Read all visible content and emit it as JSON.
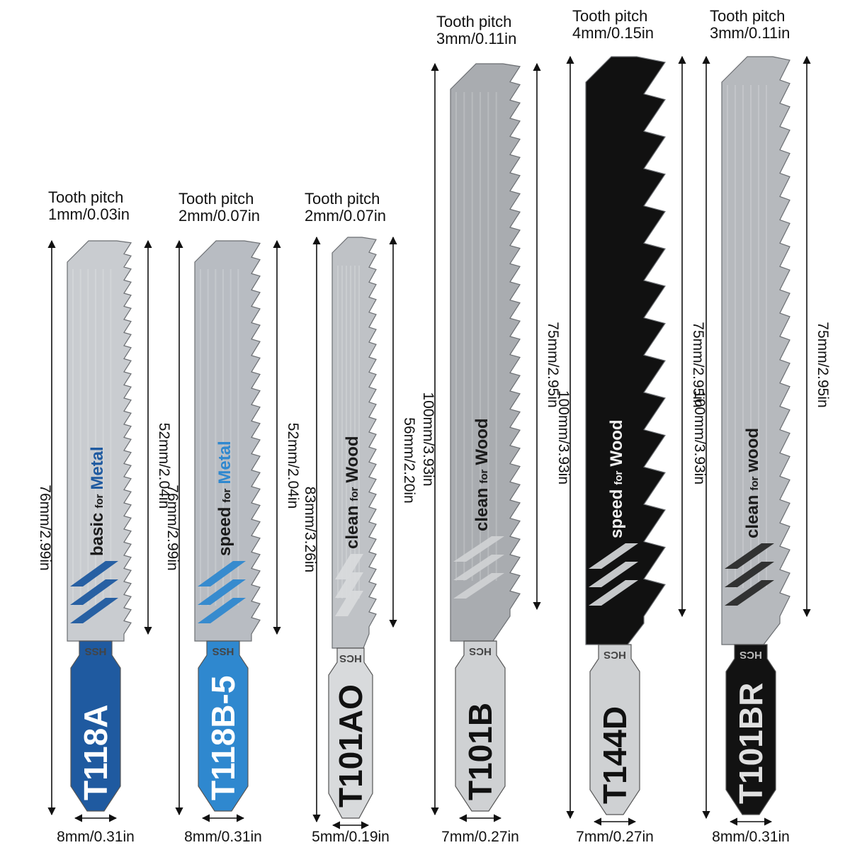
{
  "blades": [
    {
      "code": "T118A",
      "pitch_label": "Tooth pitch",
      "pitch_value": "1mm/0.03in",
      "total_length": "76mm/2.99in",
      "cutting_length": "52mm/2.04in",
      "width": "8mm/0.31in",
      "brand_prefix": "basic",
      "brand_mid": "for",
      "brand_suffix": "Metal",
      "material": "HSS",
      "blade_color": "#c9ccd0",
      "shank_color": "#1f5aa0"
    },
    {
      "code": "T118B-5",
      "pitch_label": "Tooth pitch",
      "pitch_value": "2mm/0.07in",
      "total_length": "76mm/2.99in",
      "cutting_length": "52mm/2.04in",
      "width": "8mm/0.31in",
      "brand_prefix": "speed",
      "brand_mid": "for",
      "brand_suffix": "Metal",
      "material": "HSS",
      "blade_color": "#b8bcc2",
      "shank_color": "#2f88cf"
    },
    {
      "code": "T101AO",
      "pitch_label": "Tooth pitch",
      "pitch_value": "2mm/0.07in",
      "total_length": "83mm/3.26in",
      "cutting_length": "56mm/2.20in",
      "width": "5mm/0.19in",
      "brand_prefix": "clean",
      "brand_mid": "for",
      "brand_suffix": "Wood",
      "material": "HCS",
      "blade_color": "#bfc2c6",
      "shank_color": "#d8dadc"
    },
    {
      "code": "T101B",
      "pitch_label": "Tooth pitch",
      "pitch_value": "3mm/0.11in",
      "total_length": "100mm/3.93in",
      "cutting_length": "75mm/2.95in",
      "width": "7mm/0.27in",
      "brand_prefix": "clean",
      "brand_mid": "for",
      "brand_suffix": "Wood",
      "material": "HCS",
      "blade_color": "#a9acb0",
      "shank_color": "#cfd1d3"
    },
    {
      "code": "T144D",
      "pitch_label": "Tooth pitch",
      "pitch_value": "4mm/0.15in",
      "total_length": "100mm/3.93in",
      "cutting_length": "75mm/2.95in",
      "width": "7mm/0.27in",
      "brand_prefix": "speed",
      "brand_mid": "for",
      "brand_suffix": "Wood",
      "material": "HCS",
      "blade_color": "#111111",
      "shank_color": "#cfd1d3"
    },
    {
      "code": "T101BR",
      "pitch_label": "Tooth pitch",
      "pitch_value": "3mm/0.11in",
      "total_length": "100mm/3.93in",
      "cutting_length": "75mm/2.95in",
      "width": "8mm/0.31in",
      "brand_prefix": "clean",
      "brand_mid": "for",
      "brand_suffix": "wood",
      "material": "HCS",
      "blade_color": "#b6b9bd",
      "shank_color": "#121212"
    }
  ]
}
